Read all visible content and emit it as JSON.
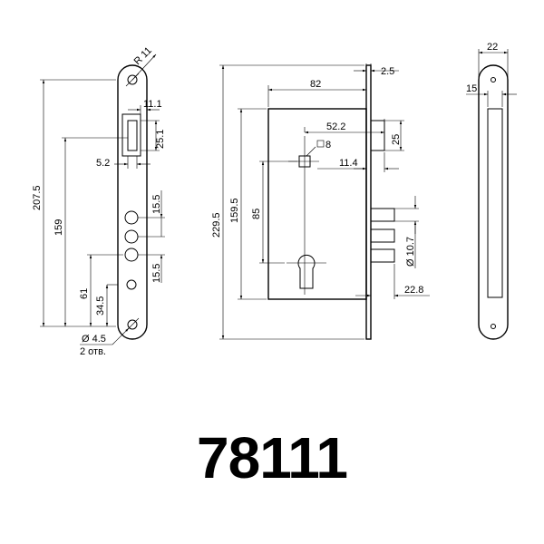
{
  "model_number": "78111",
  "faceplate_view": {
    "radius_label": "R 11",
    "dim_overall_height": "207.5",
    "dim_159": "159",
    "dim_61": "61",
    "dim_34_5": "34.5",
    "dim_11_1": "11.1",
    "dim_25_1": "25.1",
    "dim_5_2": "5.2",
    "dim_15_5_top": "15.5",
    "dim_15_5_bottom": "15.5",
    "hole_diameter": "Ø 4.5",
    "hole_count": "2 отв."
  },
  "body_view": {
    "dim_229_5": "229.5",
    "dim_159_5": "159.5",
    "dim_85": "85",
    "dim_82": "82",
    "dim_2_5": "2.5",
    "dim_52_2": "52.2",
    "dim_square_8": "8",
    "dim_11_4": "11.4",
    "dim_25": "25",
    "dim_10_7": "Ø 10.7",
    "dim_22_8": "22.8"
  },
  "side_view": {
    "dim_22": "22",
    "dim_15": "15"
  }
}
